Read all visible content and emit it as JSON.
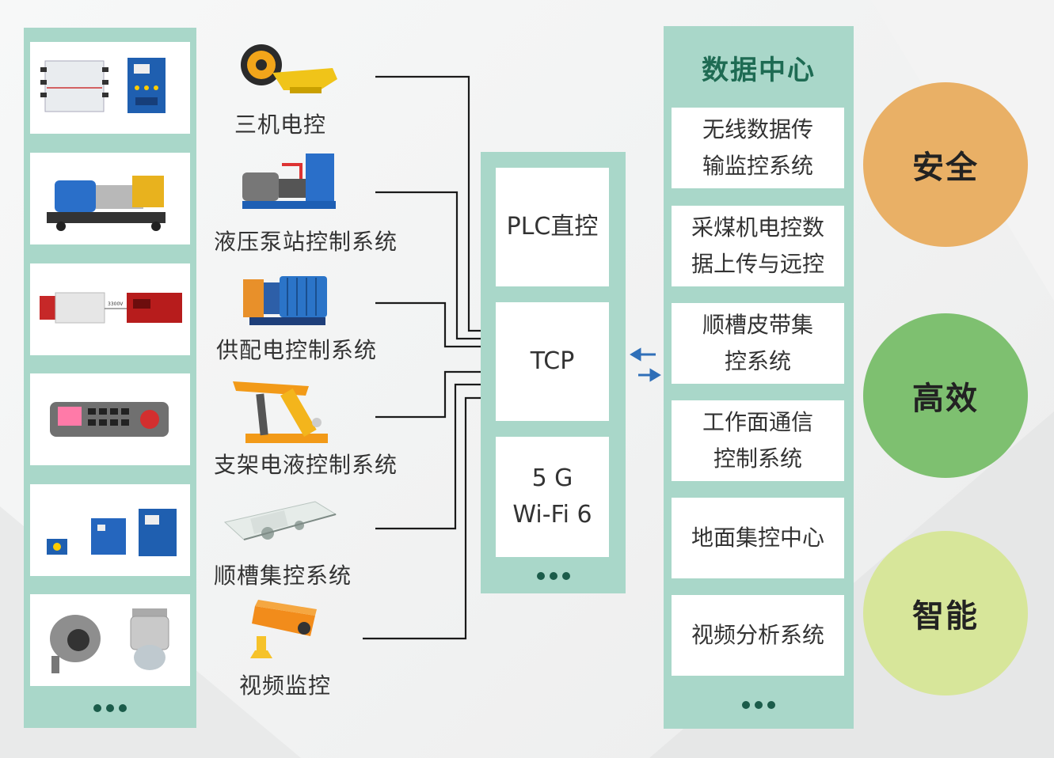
{
  "equipment_panel": {
    "cards": [
      {
        "name": "junction-box-controller"
      },
      {
        "name": "pump-station-motor"
      },
      {
        "name": "switchgear-unit"
      },
      {
        "name": "control-panel-keypad"
      },
      {
        "name": "explosion-proof-boxes"
      },
      {
        "name": "surveillance-cameras"
      }
    ],
    "more": "•••"
  },
  "systems": [
    {
      "label": "三机电控",
      "icon": "shearer-icon"
    },
    {
      "label": "液压泵站控制系统",
      "icon": "hydraulic-pump-icon"
    },
    {
      "label": "供配电控制系统",
      "icon": "power-supply-icon"
    },
    {
      "label": "支架电液控制系统",
      "icon": "hydraulic-support-icon"
    },
    {
      "label": "顺槽集控系统",
      "icon": "conveyor-icon"
    },
    {
      "label": "视频监控",
      "icon": "camera-icon"
    }
  ],
  "connectivity": {
    "boxes": [
      {
        "lines": [
          "PLC直控"
        ]
      },
      {
        "lines": [
          "TCP"
        ]
      },
      {
        "lines": [
          "5 G",
          "Wi-Fi 6"
        ]
      }
    ],
    "more": "•••"
  },
  "data_center": {
    "title": "数据中心",
    "items": [
      {
        "lines": [
          "无线数据传",
          "输监控系统"
        ]
      },
      {
        "lines": [
          "采煤机电控数",
          "据上传与远控"
        ]
      },
      {
        "lines": [
          "顺槽皮带集",
          "控系统"
        ]
      },
      {
        "lines": [
          "工作面通信",
          "控制系统"
        ]
      },
      {
        "lines": [
          "地面集控中心"
        ]
      },
      {
        "lines": [
          "视频分析系统"
        ]
      }
    ],
    "more": "•••"
  },
  "goals": [
    {
      "label": "安全",
      "color": "#e9b066"
    },
    {
      "label": "高效",
      "color": "#7ec070"
    },
    {
      "label": "智能",
      "color": "#d7e69a"
    }
  ],
  "colors": {
    "panel": "#a9d7c9",
    "title": "#1e6b53",
    "arrow": "#2f6fb8"
  }
}
